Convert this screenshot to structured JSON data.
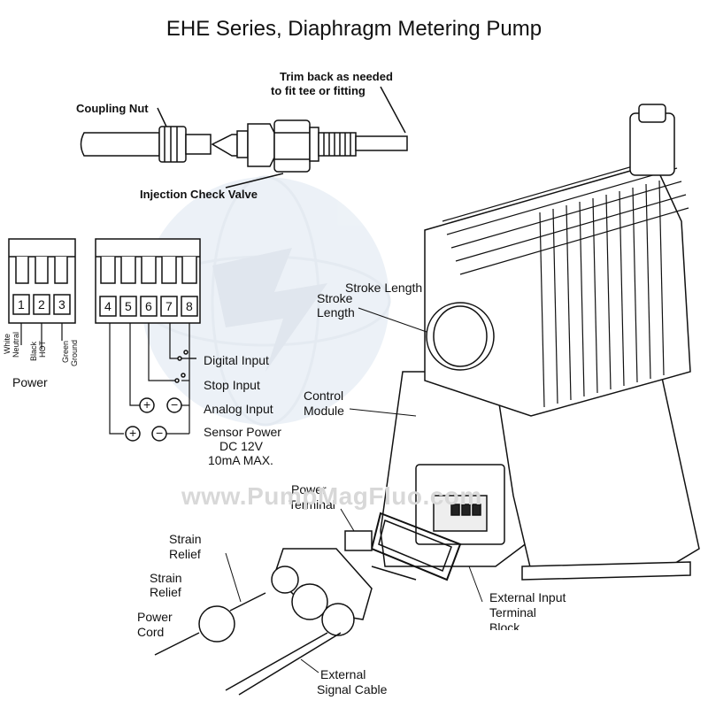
{
  "title": "EHE Series, Diaphragm Metering Pump",
  "watermark": "www.PumpMagFluo.com",
  "callouts": {
    "coupling_nut": "Coupling Nut",
    "trim_back_line1": "Trim back as needed",
    "trim_back_line2": "to fit tee or fitting",
    "injection_check_valve": "Injection Check Valve",
    "stroke_length_top": "Stroke Length",
    "stroke_length_side_line1": "Stroke",
    "stroke_length_side_line2": "Length",
    "control_module_line1": "Control",
    "control_module_line2": "Module",
    "power_terminal_line1": "Power",
    "power_terminal_line2": "Terminal",
    "strain_relief_1_line1": "Strain",
    "strain_relief_1_line2": "Relief",
    "strain_relief_2_line1": "Strain",
    "strain_relief_2_line2": "Relief",
    "power_cord_line1": "Power",
    "power_cord_line2": "Cord",
    "external_input_line1": "External Input",
    "external_input_line2": "Terminal",
    "external_input_line3": "Block",
    "external_signal_line1": "External",
    "external_signal_line2": "Signal Cable"
  },
  "power_block": {
    "label": "Power",
    "terminals": [
      "1",
      "2",
      "3"
    ],
    "wires": [
      {
        "line1": "White",
        "line2": "Neutral"
      },
      {
        "line1": "Black",
        "line2": "HOT"
      },
      {
        "line1": "Green",
        "line2": "Ground"
      }
    ]
  },
  "signal_block": {
    "terminals": [
      "4",
      "5",
      "6",
      "7",
      "8"
    ],
    "inputs": [
      "Digital Input",
      "Stop Input",
      "Analog Input",
      "Sensor Power"
    ],
    "sensor_spec_line1": "DC 12V",
    "sensor_spec_line2": "10mA MAX.",
    "plus": "+",
    "minus": "−"
  }
}
